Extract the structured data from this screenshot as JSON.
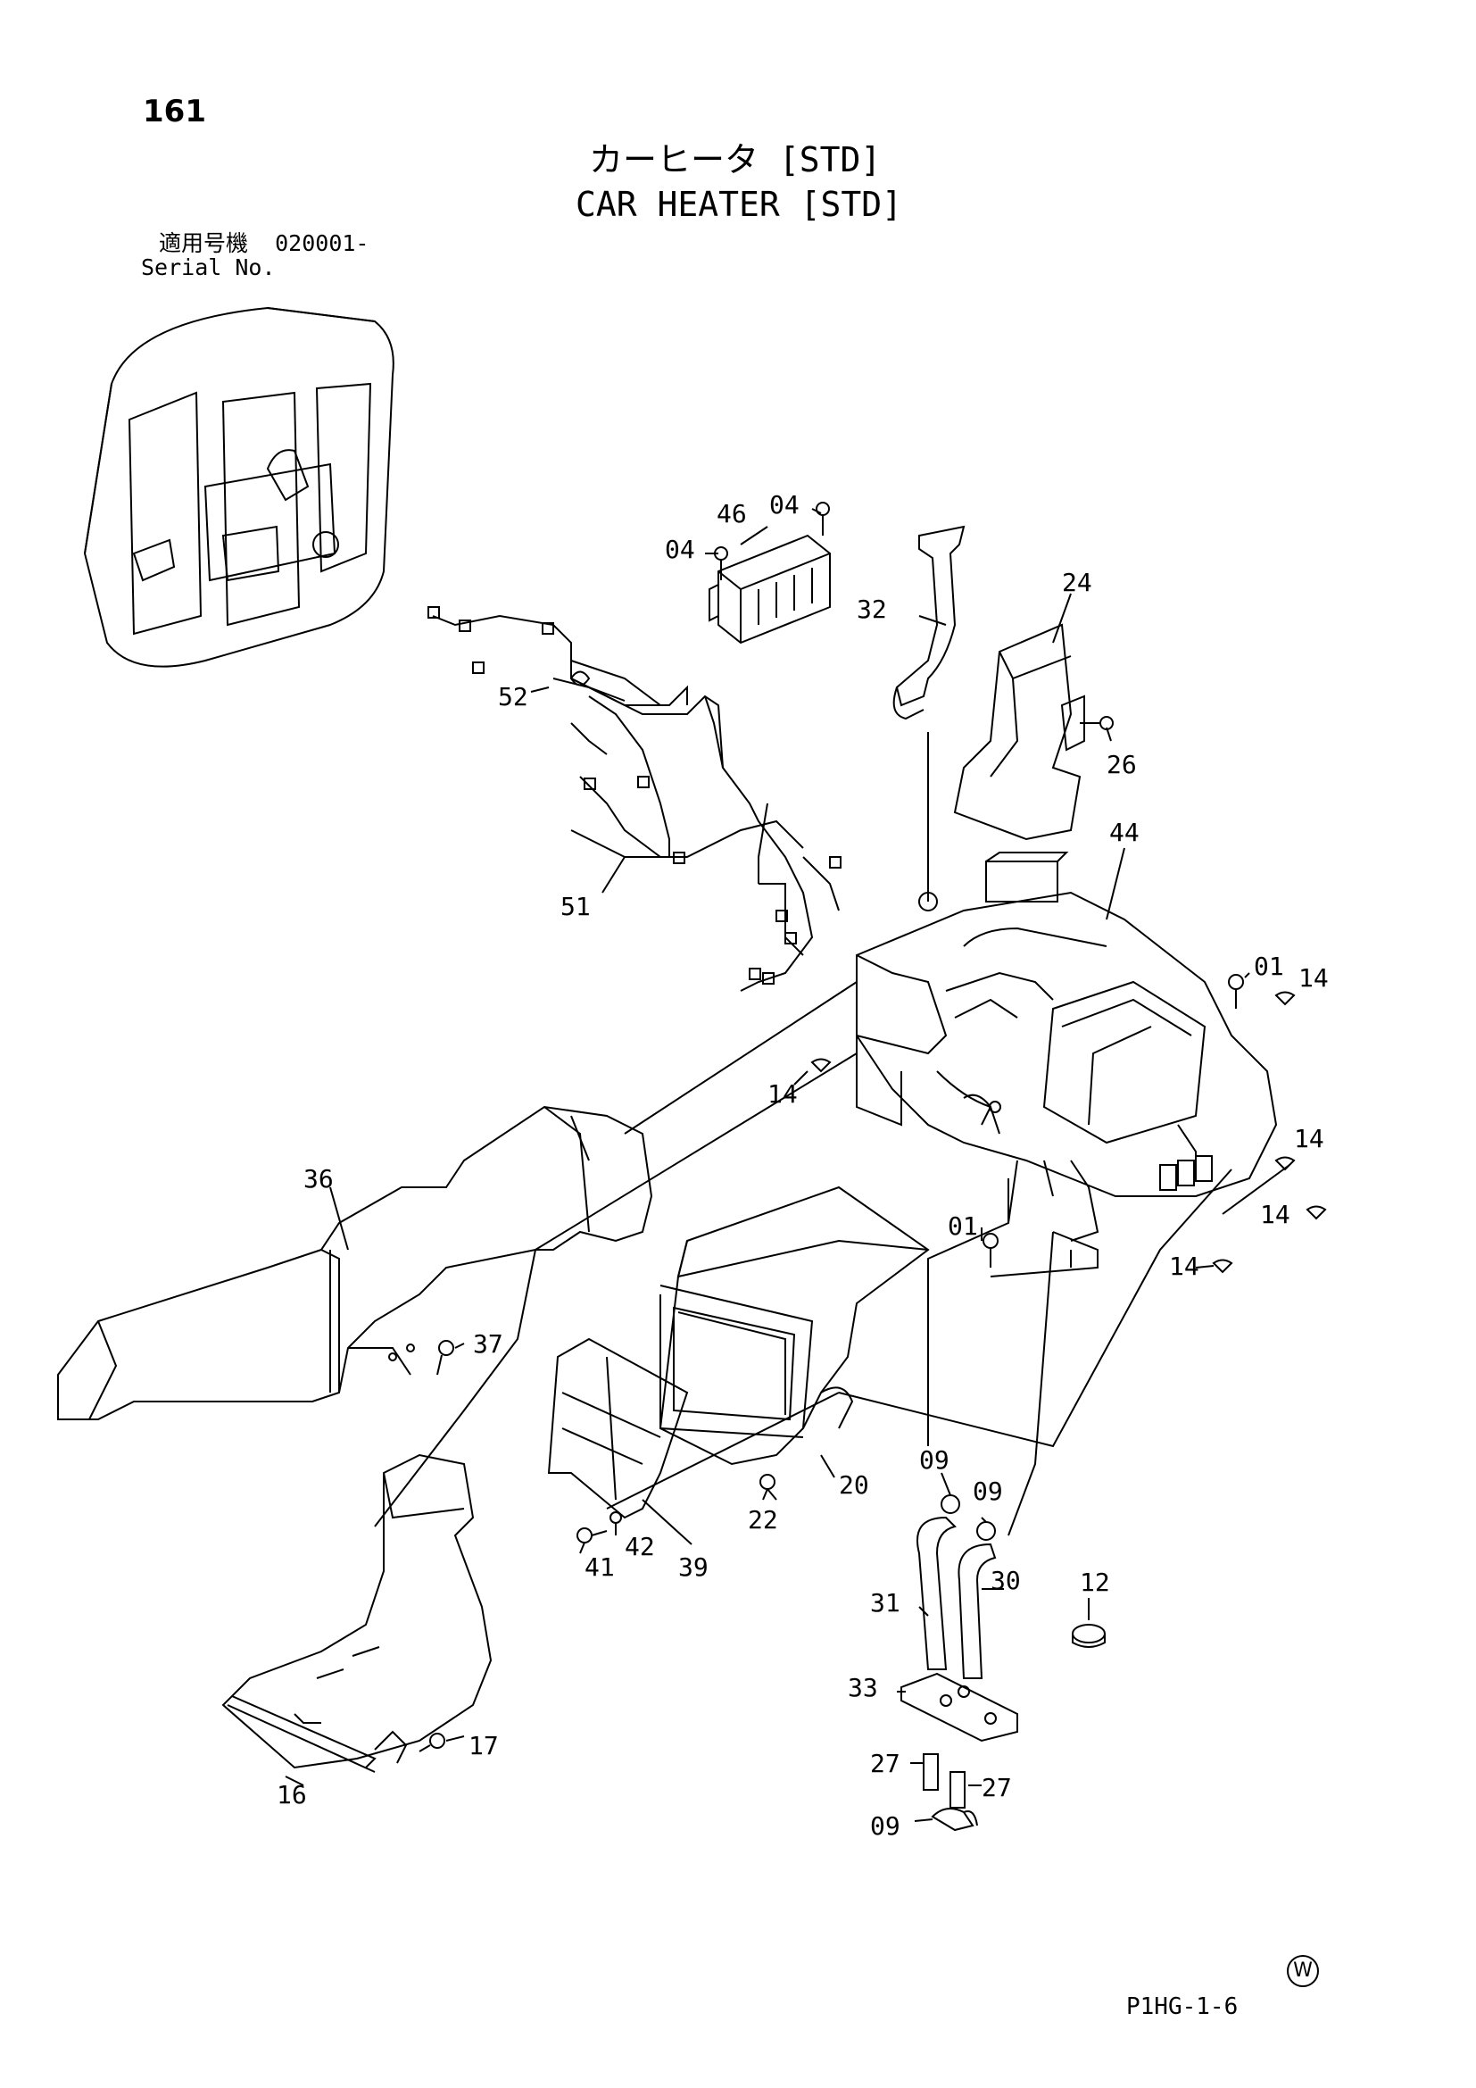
{
  "page_number": "161",
  "title_jp": "カーヒータ [STD]",
  "title_en": "CAR HEATER [STD]",
  "serial": {
    "label_jp": "適用号機",
    "value": "020001-",
    "label_en": "Serial No."
  },
  "callouts": [
    {
      "id": "46"
    },
    {
      "id": "04a",
      "label": "04"
    },
    {
      "id": "04b",
      "label": "04"
    },
    {
      "id": "32"
    },
    {
      "id": "24"
    },
    {
      "id": "26"
    },
    {
      "id": "52"
    },
    {
      "id": "51"
    },
    {
      "id": "44"
    },
    {
      "id": "01a",
      "label": "01"
    },
    {
      "id": "14a",
      "label": "14"
    },
    {
      "id": "14b",
      "label": "14"
    },
    {
      "id": "36"
    },
    {
      "id": "14c",
      "label": "14"
    },
    {
      "id": "14d",
      "label": "14"
    },
    {
      "id": "01b",
      "label": "01"
    },
    {
      "id": "14e",
      "label": "14"
    },
    {
      "id": "37"
    },
    {
      "id": "20"
    },
    {
      "id": "09a",
      "label": "09"
    },
    {
      "id": "09b",
      "label": "09"
    },
    {
      "id": "22"
    },
    {
      "id": "42"
    },
    {
      "id": "41"
    },
    {
      "id": "39"
    },
    {
      "id": "30"
    },
    {
      "id": "31"
    },
    {
      "id": "12"
    },
    {
      "id": "33"
    },
    {
      "id": "17"
    },
    {
      "id": "16"
    },
    {
      "id": "27a",
      "label": "27"
    },
    {
      "id": "27b",
      "label": "27"
    },
    {
      "id": "09c",
      "label": "09"
    }
  ],
  "watermark_symbol": "W",
  "footer_code": "P1HG-1-6"
}
